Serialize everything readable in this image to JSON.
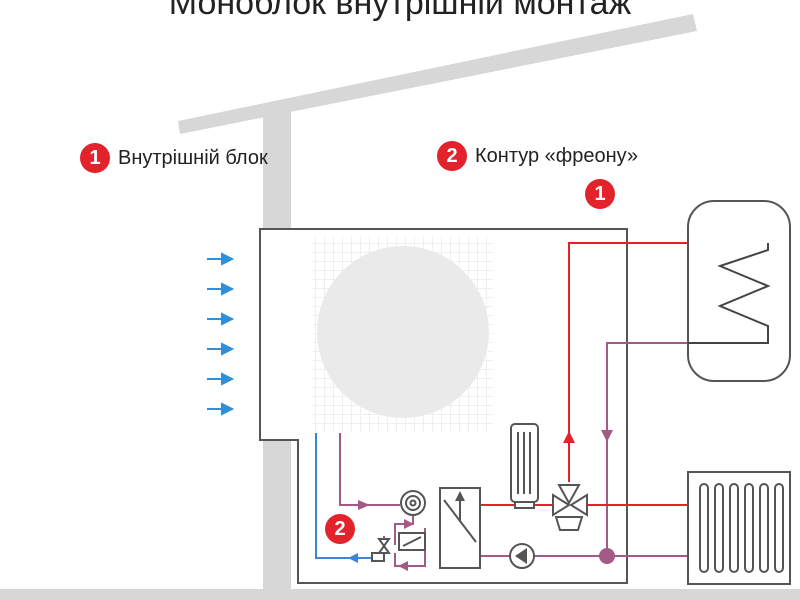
{
  "title": "Моноблок внутрішній монтаж",
  "legend": [
    {
      "number": "1",
      "label": "Внутрішній блок"
    },
    {
      "number": "2",
      "label": "Контур «фреону»"
    }
  ],
  "markers": {
    "storage_tank": "1",
    "freon_circuit": "2"
  },
  "colors": {
    "building": "#d7d7d7",
    "unit_outline": "#555555",
    "supply_line": "#e8202a",
    "return_line": "#a45a86",
    "freon_line": "#3b87d6",
    "airflow_arrow": "#2f8fd8",
    "badge": "#e3232c"
  },
  "icons": [
    "airflow-arrow-icon",
    "fan-grille",
    "compressor-icon",
    "heat-exchanger-icon",
    "three-way-valve-icon",
    "circulation-pump-icon",
    "storage-tank-coil",
    "radiator-icon"
  ]
}
